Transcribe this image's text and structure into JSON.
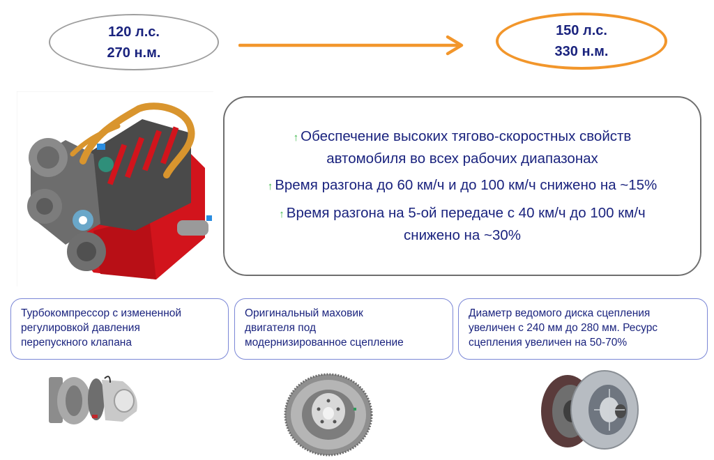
{
  "header": {
    "before": {
      "power": "120 л.с.",
      "torque": "270 н.м."
    },
    "after": {
      "power": "150 л.с.",
      "torque": "330 н.м."
    },
    "arrow_color": "#f2962b"
  },
  "benefits": {
    "items": [
      {
        "icon": "green-up-arrow",
        "lines": [
          "Обеспечение высоких тягово-скоростных свойств",
          "автомобиля во всех рабочих диапазонах"
        ]
      },
      {
        "icon": "green-up-arrow",
        "lines": [
          "Время разгона до 60 км/ч и до 100 км/ч снижено на ~15%"
        ]
      },
      {
        "icon": "green-up-arrow",
        "lines": [
          "Время разгона на 5-ой передаче с 40 км/ч до 100 км/ч",
          "снижено на ~30%"
        ]
      }
    ]
  },
  "components": [
    {
      "name": "turbocharger",
      "lines": [
        "Турбокомпрессор с измененной",
        "регулировкой давления",
        "перепускного клапана"
      ]
    },
    {
      "name": "flywheel",
      "lines": [
        "Оригинальный маховик",
        "двигателя под",
        "модернизированное сцепление"
      ]
    },
    {
      "name": "clutch",
      "lines": [
        "Диаметр ведомого диска сцепления",
        "увеличен с 240 мм до 280 мм. Ресурс",
        "сцепления увеличен на 50-70%"
      ]
    }
  ],
  "images": {
    "engine": "engine-3d-render",
    "turbocharger": "turbocharger-photo",
    "flywheel": "flywheel-photo",
    "clutch": "clutch-kit-photo"
  },
  "colors": {
    "text": "#1a237e",
    "accent_orange": "#f2962b",
    "arrow_green": "#3cb84a",
    "card_border": "#7a86d6",
    "box_border": "#6e6e6e"
  }
}
